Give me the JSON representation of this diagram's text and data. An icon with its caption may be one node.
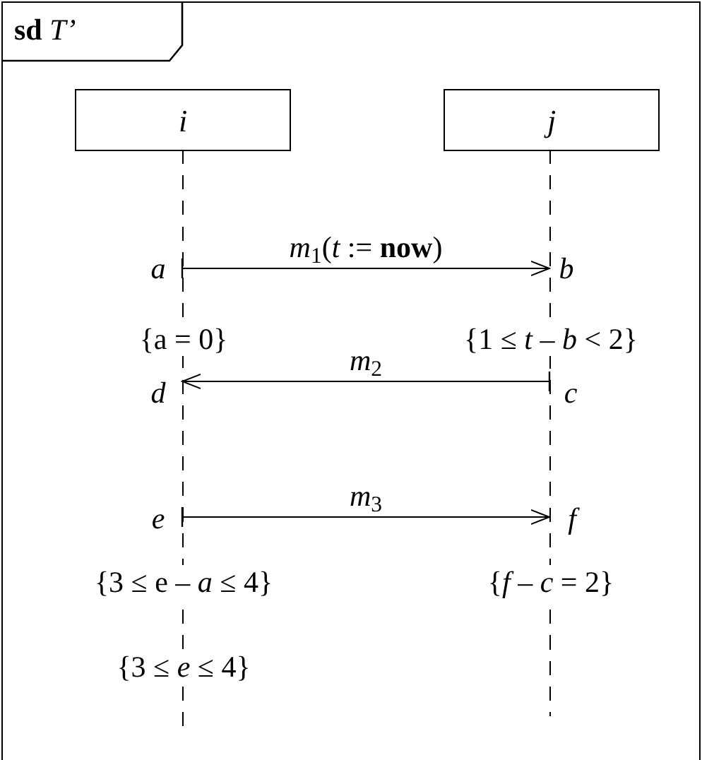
{
  "diagram": {
    "nodes": [
      {
        "text": [
          "**sd** *T’*"
        ]
      },
      {
        "text": [
          "i"
        ],
        "in": 0
      },
      {
        "text": [
          "j"
        ],
        "in": 0
      },
      {
        "text": [],
        "shape": "bar",
        "in": 0
      },
      {
        "text": [],
        "shape": "bar",
        "in": 0
      }
    ],
    "edges": [
      {
        "from": 3,
        "to": 4,
        "arrow": "to",
        "label": "*m*$_{1}$(*t* := **now**)"
      },
      {
        "from": 4,
        "to": 3,
        "arrow": "to",
        "label": "*m*$_{2}$"
      },
      {
        "from": 3,
        "to": 4,
        "arrow": "to",
        "label": "*m*$_{3}$"
      }
    ],
    "labels": [
      "a",
      "b",
      "{a = 0}",
      "{1 ≤ *t* – *b* < 2}",
      "d",
      "c",
      "e",
      "f",
      "{3 ≤ e – *a* ≤ 4}",
      "{*f* – *c* = 2}",
      "{3 ≤ *e* ≤ 4}"
    ]
  }
}
